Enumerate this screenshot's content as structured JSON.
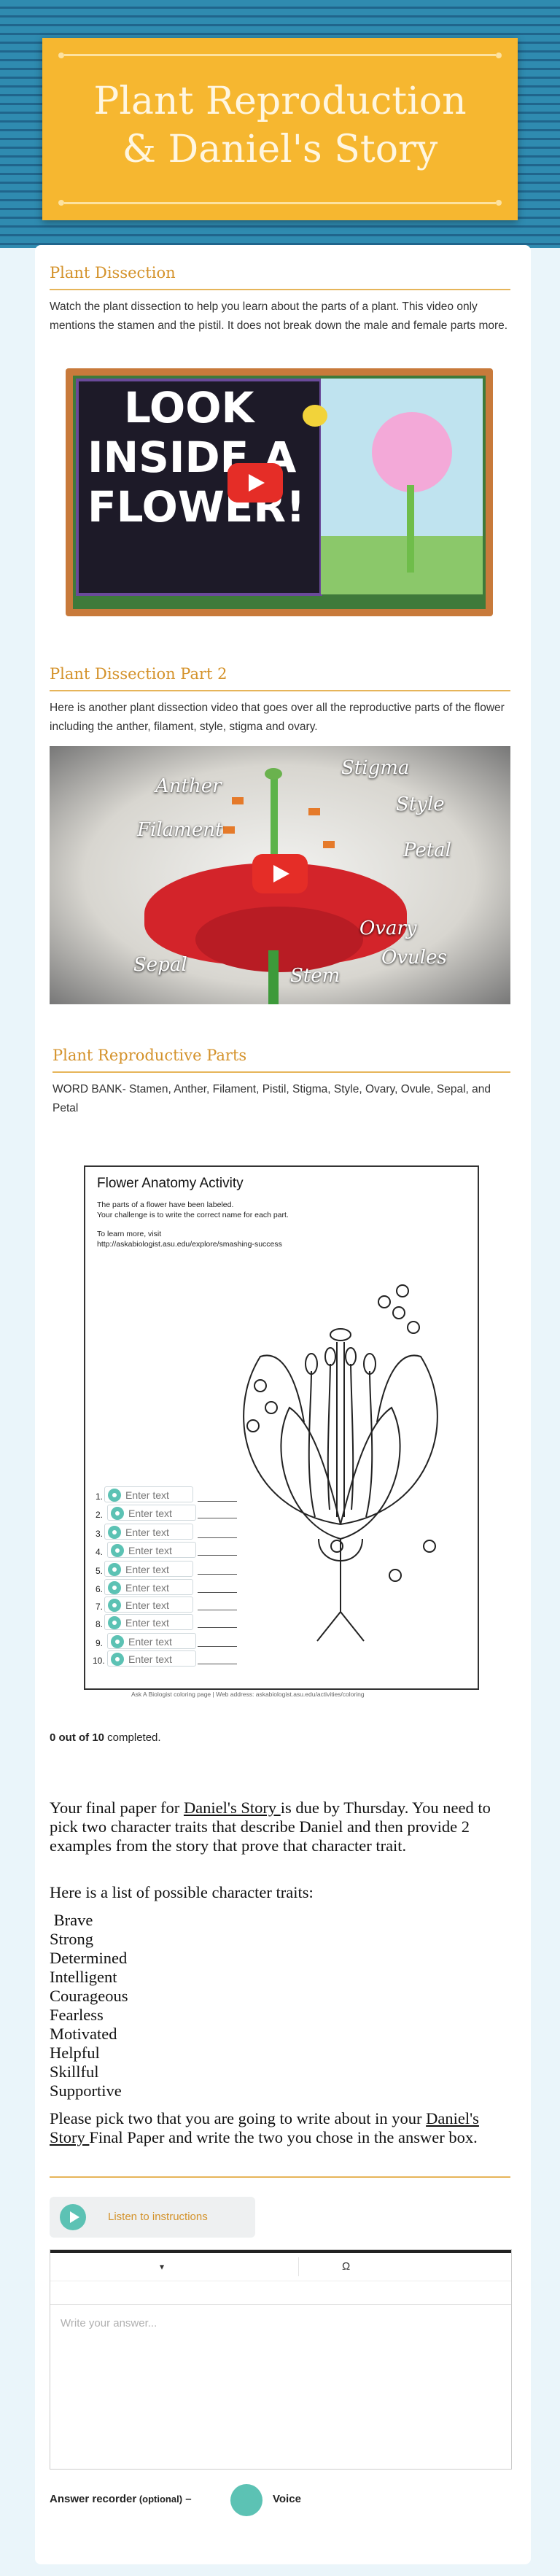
{
  "banner": {
    "title_line1": "Plant Reproduction",
    "title_line2": "& Daniel's Story"
  },
  "section1": {
    "title": "Plant Dissection",
    "text": "Watch the plant dissection to help you learn about the parts of a plant.  This video only mentions the stamen and the pistil.  It does not break down the male and female parts more.",
    "video": {
      "line1": "LOOK",
      "line2": "INSIDE A",
      "line3": "FLOWER!"
    }
  },
  "section2": {
    "title": "Plant Dissection Part 2",
    "text": "Here is another plant dissection video that goes over all the reproductive parts of the flower including the anther, filament, style, stigma and ovary.",
    "labels": {
      "anther": "Anther",
      "filament": "Filament",
      "sepal": "Sepal",
      "stigma": "Stigma",
      "style": "Style",
      "petal": "Petal",
      "ovary": "Ovary",
      "ovules": "Ovules",
      "stem": "Stem"
    }
  },
  "section3": {
    "title": "Plant Reproductive Parts",
    "word_bank": "WORD BANK- Stamen, Anther, Filament, Pistil, Stigma, Style, Ovary, Ovule, Sepal, and Petal"
  },
  "worksheet": {
    "title": "Flower Anatomy Activity",
    "line1": "The parts of a flower have been labeled.",
    "line2": "Your challenge is to write the correct name for each part.",
    "line3": "To learn more, visit",
    "url": "http://askabiologist.asu.edu/explore/smashing-success",
    "placeholder": "Enter text",
    "numbers": [
      "1.",
      "2.",
      "3.",
      "4.",
      "5.",
      "6.",
      "7.",
      "8.",
      "9.",
      "10."
    ],
    "credit": "Ask A Biologist coloring page | Web address: askabiologist.asu.edu/activities/coloring"
  },
  "progress": {
    "count": "0 out of 10",
    "suffix": " completed."
  },
  "assignment": {
    "p1_a": "Your final paper for ",
    "p1_link": "Daniel's Story ",
    "p1_b": "is due by Thursday.  You need to pick two character traits that describe Daniel and then provide 2 examples from the story that prove that character trait.",
    "p2": "Here is a list of possible character traits:",
    "traits": [
      " Brave",
      "Strong",
      "Determined",
      "Intelligent",
      "Courageous",
      "Fearless",
      "Motivated",
      "Helpful",
      "Skillful",
      "Supportive"
    ],
    "p3_a": "Please pick two that you are going to write about in your ",
    "p3_link": "Daniel's Story ",
    "p3_b": "Final Paper and write the two you chose in the answer box."
  },
  "listen": {
    "label": "Listen to instructions"
  },
  "editor": {
    "dropdown": "▾",
    "omega": "Ω",
    "placeholder": "Write your answer..."
  },
  "recorder": {
    "label": "Answer recorder",
    "optional": " (optional)",
    "dash": " –",
    "voice": "Voice"
  }
}
